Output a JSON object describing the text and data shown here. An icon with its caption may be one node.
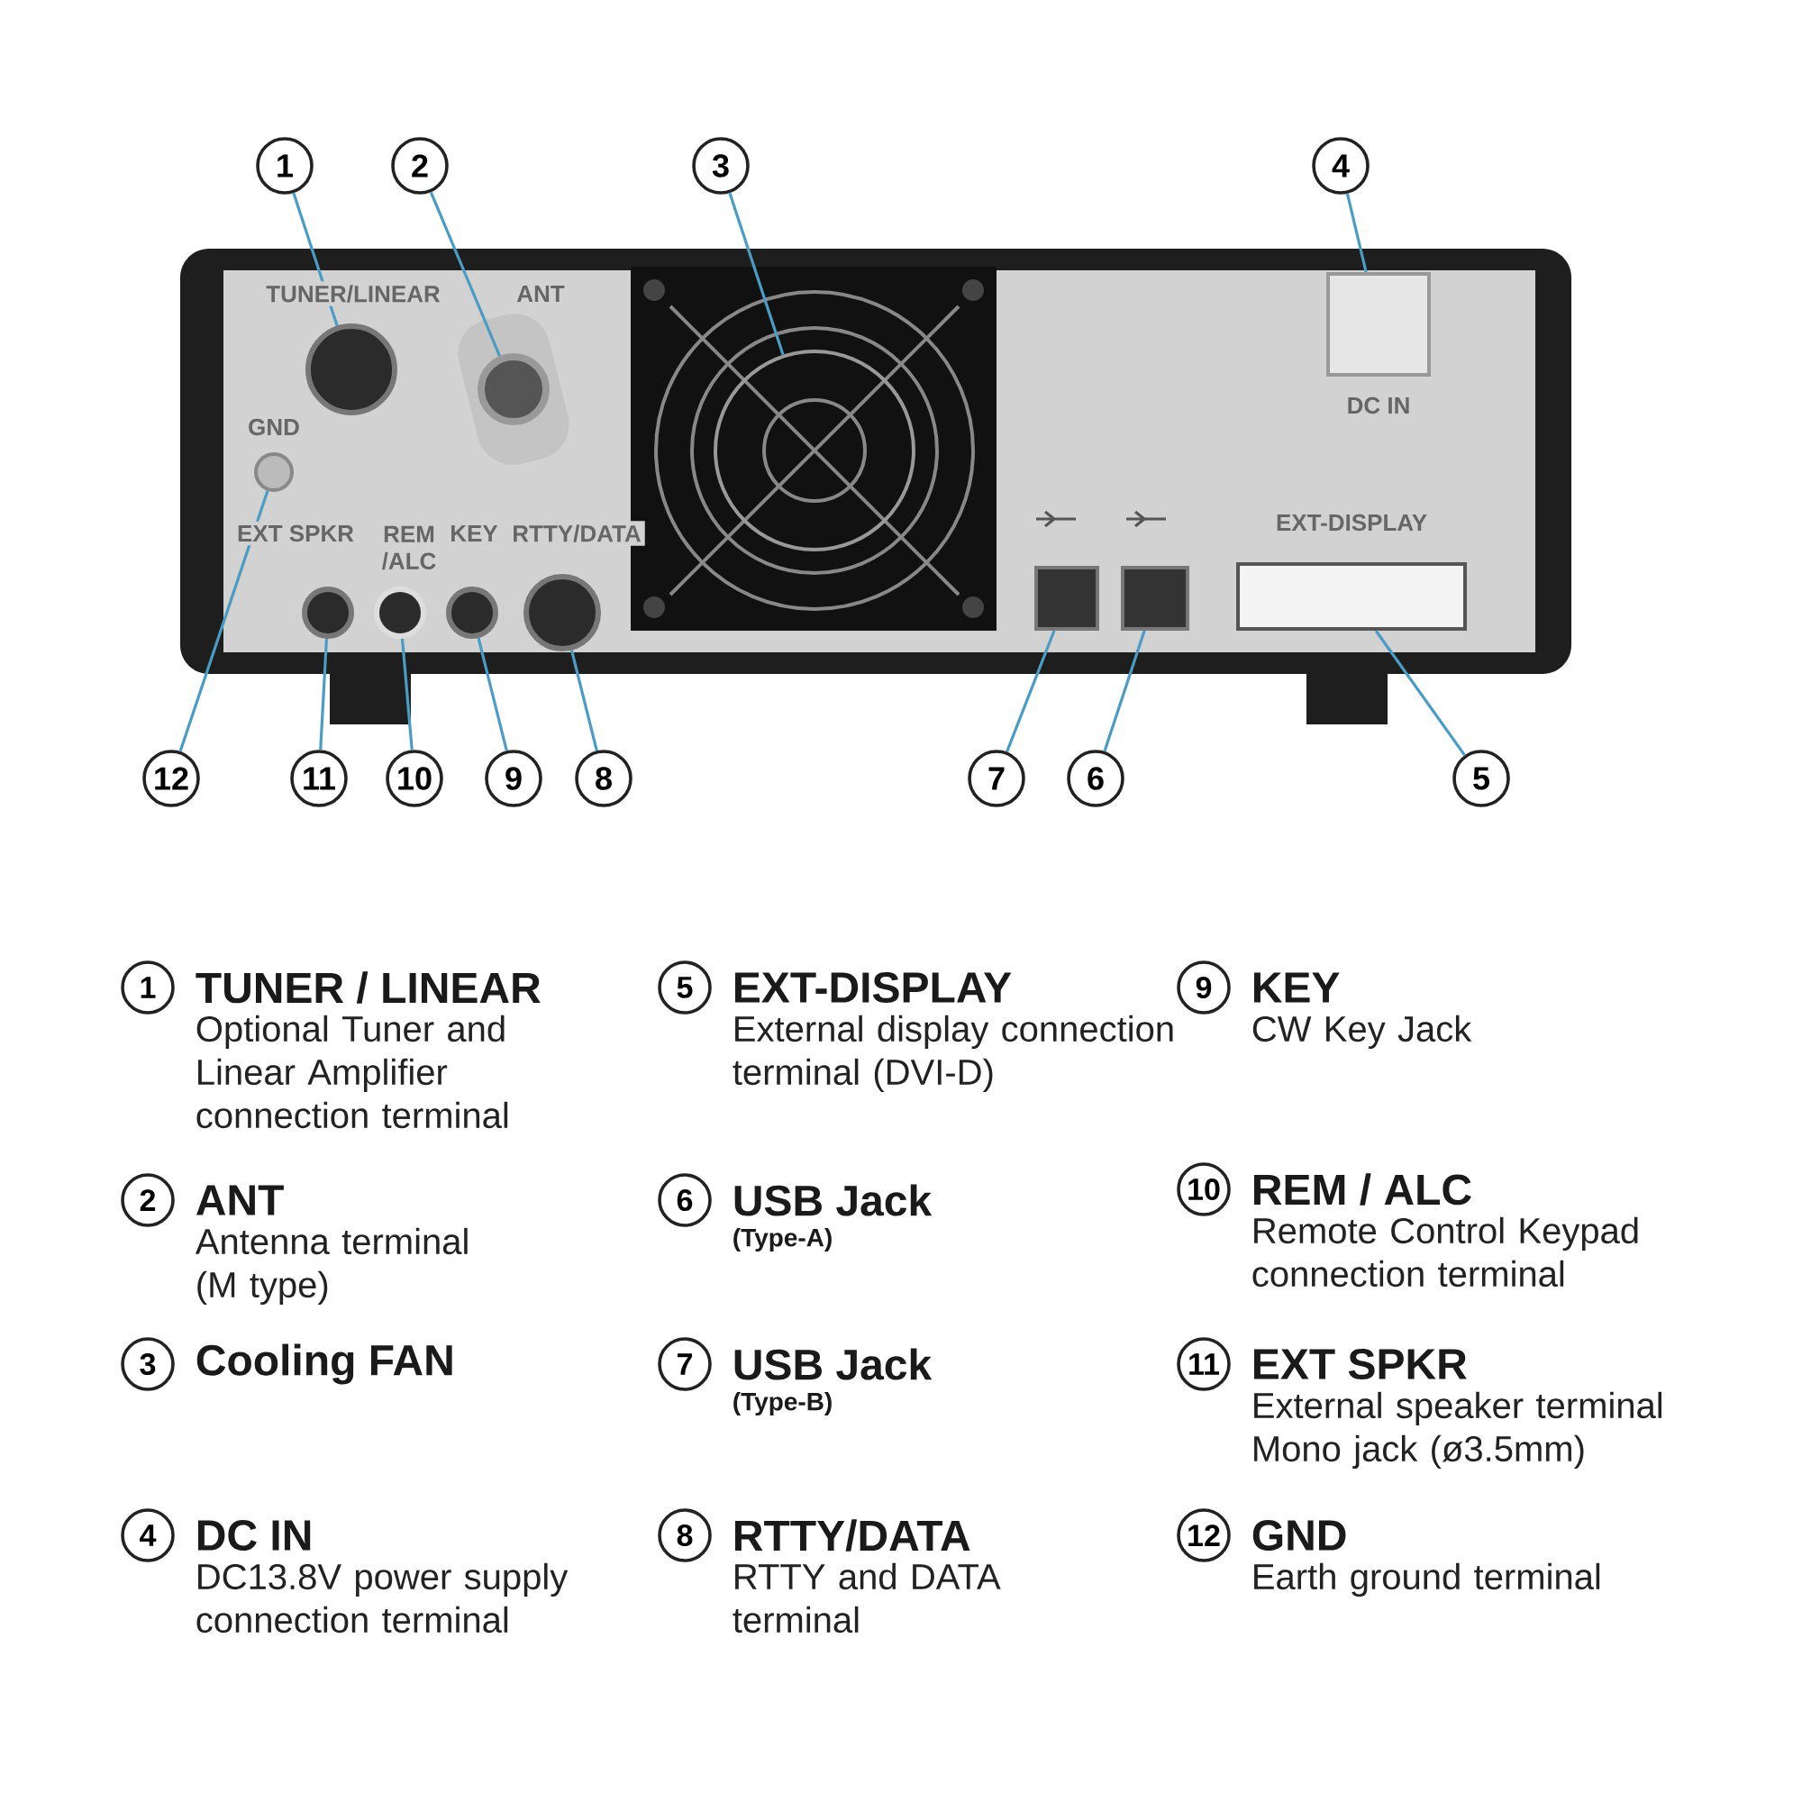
{
  "diagram": {
    "nodes": [
      {
        "text": [
          "1"
        ]
      },
      {
        "text": [
          "2"
        ]
      },
      {
        "text": [
          "3"
        ]
      },
      {
        "text": [
          "4"
        ]
      },
      {
        "text": [
          "5"
        ]
      },
      {
        "text": [
          "6"
        ]
      },
      {
        "text": [
          "7"
        ]
      },
      {
        "text": [
          "8"
        ]
      },
      {
        "text": [
          "9"
        ]
      },
      {
        "text": [
          "10"
        ]
      },
      {
        "text": [
          "11"
        ]
      },
      {
        "text": [
          "12"
        ]
      },
      {
        "text": [],
        "shape": "circle"
      },
      {
        "text": [],
        "shape": "circle"
      },
      {
        "text": [],
        "shape": "circle"
      },
      {
        "text": [],
        "shape": "box"
      },
      {
        "text": [],
        "shape": "box"
      },
      {
        "text": [],
        "shape": "box"
      },
      {
        "text": [],
        "shape": "box"
      },
      {
        "text": [],
        "shape": "circle"
      },
      {
        "text": [],
        "shape": "circle"
      },
      {
        "text": [],
        "shape": "circle"
      },
      {
        "text": [],
        "shape": "circle"
      },
      {
        "text": [],
        "shape": "circle"
      }
    ],
    "edges": [
      {
        "from": 0,
        "to": 12,
        "arrow": "none"
      },
      {
        "from": 1,
        "to": 13,
        "arrow": "none"
      },
      {
        "from": 2,
        "to": 14,
        "arrow": "none"
      },
      {
        "from": 3,
        "to": 15,
        "arrow": "none"
      },
      {
        "from": 4,
        "to": 16,
        "arrow": "none"
      },
      {
        "from": 5,
        "to": 17,
        "arrow": "none"
      },
      {
        "from": 6,
        "to": 18,
        "arrow": "none"
      },
      {
        "from": 7,
        "to": 19,
        "arrow": "none"
      },
      {
        "from": 8,
        "to": 20,
        "arrow": "none"
      },
      {
        "from": 9,
        "to": 21,
        "arrow": "none"
      },
      {
        "from": 10,
        "to": 22,
        "arrow": "none"
      },
      {
        "from": 11,
        "to": 23,
        "arrow": "none"
      }
    ],
    "labels": [
      "TUNER/LINEAR",
      "ANT",
      "GND",
      "EXT SPKR",
      "REM /ALC",
      "KEY",
      "RTTY/DATA",
      "DC IN",
      "EXT-DISPLAY",
      "1",
      "TUNER / LINEAR",
      "Optional Tuner and Linear Amplifier connection terminal",
      "2",
      "ANT",
      "Antenna terminal (M type)",
      "3",
      "Cooling FAN",
      "4",
      "DC IN",
      "DC13.8V power supply connection terminal",
      "5",
      "EXT-DISPLAY",
      "External display connection terminal (DVI-D)",
      "6",
      "USB Jack",
      "(Type-A)",
      "7",
      "USB Jack",
      "(Type-B)",
      "8",
      "RTTY/DATA",
      "RTTY and DATA terminal",
      "9",
      "KEY",
      "CW Key Jack",
      "10",
      "REM / ALC",
      "Remote Control Keypad connection terminal",
      "11",
      "EXT SPKR",
      "External speaker terminal Mono jack (ø3.5mm)",
      "12",
      "GND",
      "Earth ground terminal"
    ]
  }
}
